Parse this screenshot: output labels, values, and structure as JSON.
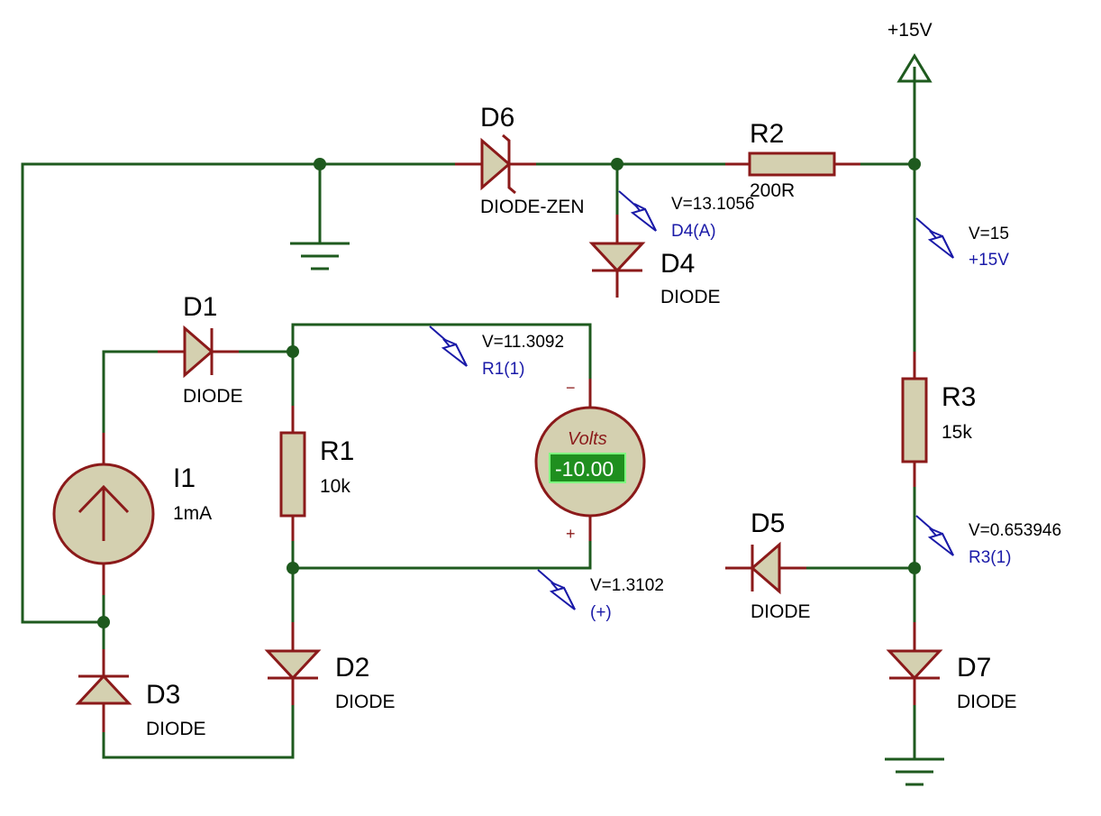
{
  "supply": {
    "label": "+15V"
  },
  "components": {
    "D6": {
      "ref": "D6",
      "type": "DIODE-ZEN"
    },
    "R2": {
      "ref": "R2",
      "value": "200R"
    },
    "D4": {
      "ref": "D4",
      "type": "DIODE"
    },
    "D1": {
      "ref": "D1",
      "type": "DIODE"
    },
    "R1": {
      "ref": "R1",
      "value": "10k"
    },
    "I1": {
      "ref": "I1",
      "value": "1mA"
    },
    "R3": {
      "ref": "R3",
      "value": "15k"
    },
    "D5": {
      "ref": "D5",
      "type": "DIODE"
    },
    "D2": {
      "ref": "D2",
      "type": "DIODE"
    },
    "D3": {
      "ref": "D3",
      "type": "DIODE"
    },
    "D7": {
      "ref": "D7",
      "type": "DIODE"
    }
  },
  "probes": {
    "d4a": {
      "voltage": "V=13.1056",
      "name": "D4(A)"
    },
    "p15": {
      "voltage": "V=15",
      "name": "+15V"
    },
    "r1_1": {
      "voltage": "V=11.3092",
      "name": "R1(1)"
    },
    "plus": {
      "voltage": "V=1.3102",
      "name": "(+)"
    },
    "r3_1": {
      "voltage": "V=0.653946",
      "name": "R3(1)"
    }
  },
  "voltmeter": {
    "title": "Volts",
    "reading": "-10.00",
    "neg_symbol": "−",
    "pos_symbol": "+",
    "lcd_color": "#1f8f1f"
  },
  "colors": {
    "wire": "#1e5a1e",
    "component": "#8b1a1a",
    "fill": "#d4d0b0",
    "probe": "#1a1aa8"
  }
}
